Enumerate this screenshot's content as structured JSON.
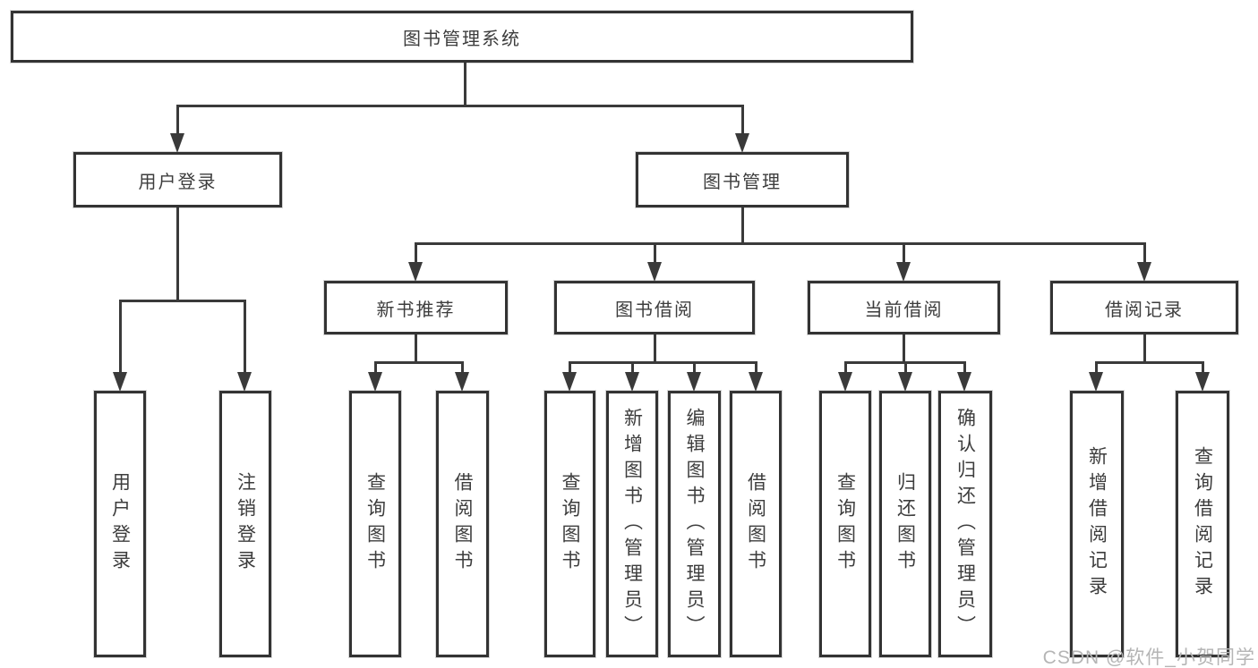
{
  "tree": {
    "root": "图书管理系统",
    "branches": [
      {
        "label": "用户登录",
        "children": [
          "用户登录",
          "注销登录"
        ]
      },
      {
        "label": "图书管理",
        "children": [
          {
            "label": "新书推荐",
            "children": [
              "查询图书",
              "借阅图书"
            ]
          },
          {
            "label": "图书借阅",
            "children": [
              "查询图书",
              "新增图书（管理员）",
              "编辑图书（管理员）",
              "借阅图书"
            ]
          },
          {
            "label": "当前借阅",
            "children": [
              "查询图书",
              "归还图书",
              "确认归还（管理员）"
            ]
          },
          {
            "label": "借阅记录",
            "children": [
              "新增借阅记录",
              "查询借阅记录"
            ]
          }
        ]
      }
    ]
  },
  "watermark": {
    "text": "CSDN @软件_小贺同学"
  },
  "colors": {
    "background": "#ffffff",
    "box_border": "#333333",
    "line": "#3a3a3a",
    "text": "#3d3d3d",
    "watermark": "#b5b5b5"
  }
}
